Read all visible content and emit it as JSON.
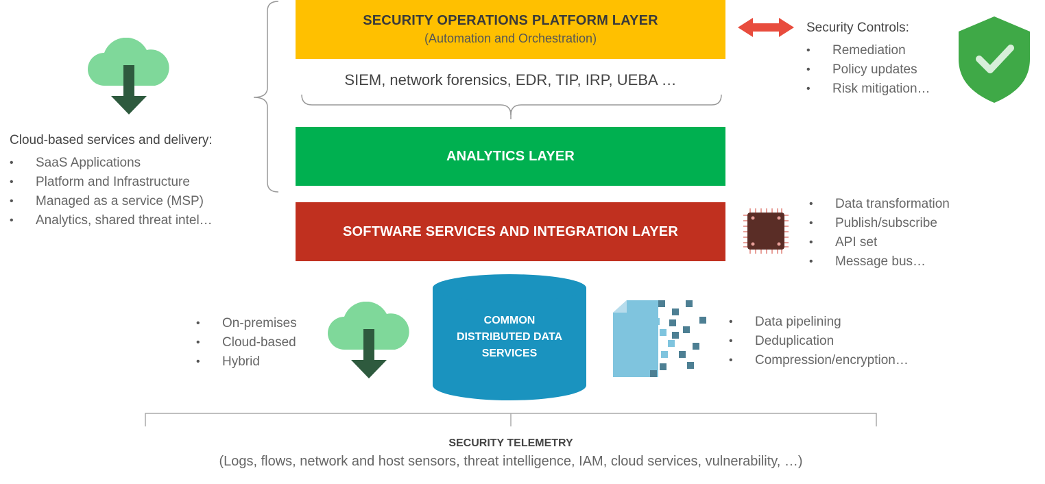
{
  "colors": {
    "security_ops": "#ffc000",
    "analytics": "#00b050",
    "software_services": "#c0301f",
    "data_services": "#1a93bf",
    "cloud": "#7fd89a",
    "arrow_down": "#2e5a3e",
    "shield": "#3fa947",
    "double_arrow": "#e84c3d"
  },
  "security_ops_layer": {
    "title": "SECURITY OPERATIONS PLATFORM LAYER",
    "subtitle": "(Automation and Orchestration)"
  },
  "tools_line": "SIEM, network forensics, EDR, TIP, IRP, UEBA …",
  "analytics_layer": {
    "title": "ANALYTICS LAYER"
  },
  "software_layer": {
    "title": "SOFTWARE SERVICES AND INTEGRATION LAYER"
  },
  "data_services": {
    "line1": "COMMON",
    "line2": "DISTRIBUTED DATA",
    "line3": "SERVICES"
  },
  "security_controls": {
    "heading": "Security Controls:",
    "items": [
      "Remediation",
      "Policy updates",
      "Risk mitigation…"
    ]
  },
  "cloud_services": {
    "heading": "Cloud-based services and delivery:",
    "items": [
      "SaaS Applications",
      "Platform and Infrastructure",
      "Managed as a service (MSP)",
      "Analytics, shared threat intel…"
    ]
  },
  "integration_features": {
    "items": [
      "Data transformation",
      "Publish/subscribe",
      "API set",
      "Message bus…"
    ]
  },
  "deployment": {
    "items": [
      "On-premises",
      "Cloud-based",
      "Hybrid"
    ]
  },
  "data_processing": {
    "items": [
      "Data pipelining",
      "Deduplication",
      "Compression/encryption…"
    ]
  },
  "telemetry": {
    "title": "SECURITY TELEMETRY",
    "subtitle": "(Logs, flows, network and host sensors, threat intelligence, IAM, cloud services, vulnerability, …)"
  },
  "icons": [
    "cloud-download-icon",
    "shield-check-icon",
    "double-arrow-icon",
    "chip-icon",
    "data-fragment-icon"
  ]
}
